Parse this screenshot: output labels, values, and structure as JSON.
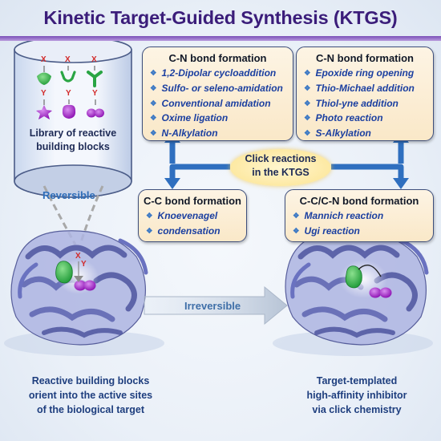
{
  "title": "Kinetic Target-Guided Synthesis (KTGS)",
  "library": {
    "label_line1": "Library of reactive",
    "label_line2": "building blocks",
    "x_marker": "X",
    "y_marker": "Y"
  },
  "boxes": {
    "cn_left": {
      "title": "C-N bond formation",
      "items": [
        "1,2-Dipolar cycloaddition",
        "Sulfo- or seleno-amidation",
        "Conventional amidation",
        "Oxime ligation",
        "N-Alkylation"
      ]
    },
    "cn_right": {
      "title": "C-N bond formation",
      "items": [
        "Epoxide ring opening",
        "Thio-Michael addition",
        "Thiol-yne addition",
        "Photo reaction",
        "S-Alkylation"
      ]
    },
    "cc": {
      "title": "C-C bond formation",
      "items": [
        "Knoevenagel condensation"
      ],
      "items_display": [
        "Knoevenagel",
        "condensation"
      ]
    },
    "cccn": {
      "title": "C-C/C-N bond formation",
      "items": [
        "Mannich reaction",
        "Ugi reaction"
      ]
    }
  },
  "click_label_line1": "Click reactions",
  "click_label_line2": "in the KTGS",
  "reversible_label": "Reversible",
  "irreversible_label": "Irreversible",
  "caption_left": [
    "Reactive building blocks",
    "orient into the active sites",
    "of the biological target"
  ],
  "caption_right": [
    "Target-templated",
    "high-affinity inhibitor",
    "via click chemistry"
  ],
  "colors": {
    "title": "#3b1d7a",
    "arrow_blue": "#2f6fbf",
    "box_border": "#3e4f7c",
    "box_fill": "#fbeed6",
    "item_text": "#1b3fa0",
    "x_marker": "#d22b2b",
    "green_block": "#2eb04a",
    "magenta_block": "#a313c9",
    "protein": "#5d64b0"
  }
}
